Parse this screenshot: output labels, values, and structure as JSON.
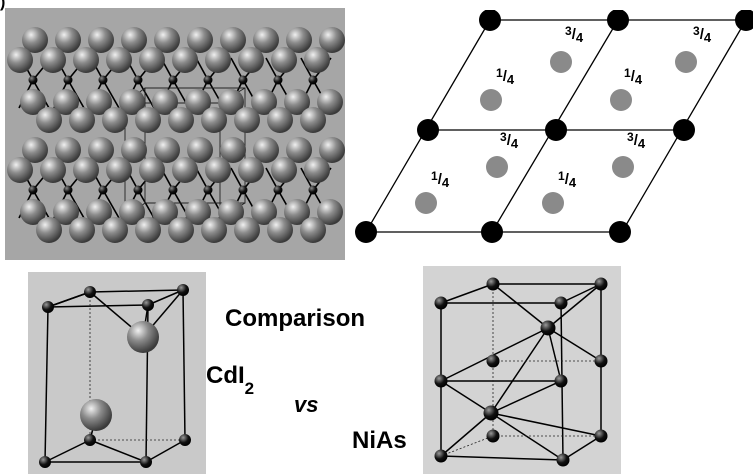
{
  "colors": {
    "panel_gray": "#a8a8a8",
    "panel_light": "#c9c9c9",
    "panel_lighter": "#d3d3d3",
    "atom_gray": "#8a8a8a",
    "atom_black": "#000000"
  },
  "layers_diagram": {
    "fraction_labels": [
      {
        "num": "3",
        "den": "4"
      },
      {
        "num": "3",
        "den": "4"
      },
      {
        "num": "1",
        "den": "4"
      },
      {
        "num": "1",
        "den": "4"
      },
      {
        "num": "3",
        "den": "4"
      },
      {
        "num": "3",
        "den": "4"
      },
      {
        "num": "1",
        "den": "4"
      },
      {
        "num": "1",
        "den": "4"
      }
    ]
  },
  "labels": {
    "comparison": "Comparison",
    "cdi2_main": "CdI",
    "cdi2_sub": "2",
    "vs": "vs",
    "nias": "NiAs"
  },
  "corner_mark": ")"
}
